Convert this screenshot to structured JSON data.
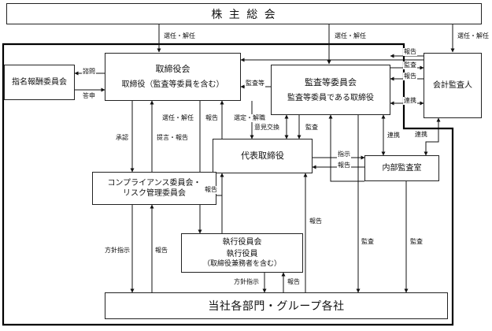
{
  "boxes": {
    "shareholders": "株 主 総 会",
    "board_title": "取締役会",
    "board_sub": "取締役（監査等委員を含む）",
    "nomination": "指名報酬委員会",
    "audit_committee_title": "監査等委員会",
    "audit_committee_sub": "監査等委員である取締役",
    "accounting_auditor": "会計監査人",
    "representative_director": "代表取締役",
    "internal_audit": "内部監査室",
    "compliance_line1": "コンプライアンス委員会・",
    "compliance_line2": "リスク管理委員会",
    "exec_title": "執行役員会",
    "exec_sub1": "執行役員",
    "exec_sub2": "（取締役兼務者を含む）",
    "departments": "当社各部門・グループ各社"
  },
  "labels": {
    "appoint_dismiss": "選任・解任",
    "consult": "諮問",
    "reply": "答申",
    "audit_etc": "監査等",
    "report": "報告",
    "audit": "監査",
    "cooperation": "連携",
    "approval": "承認",
    "proposal_report": "提言・報告",
    "select_dismiss": "選定・解職",
    "exchange_opinions": "意見交換",
    "instruction": "指示",
    "policy_instruction": "方針指示"
  }
}
